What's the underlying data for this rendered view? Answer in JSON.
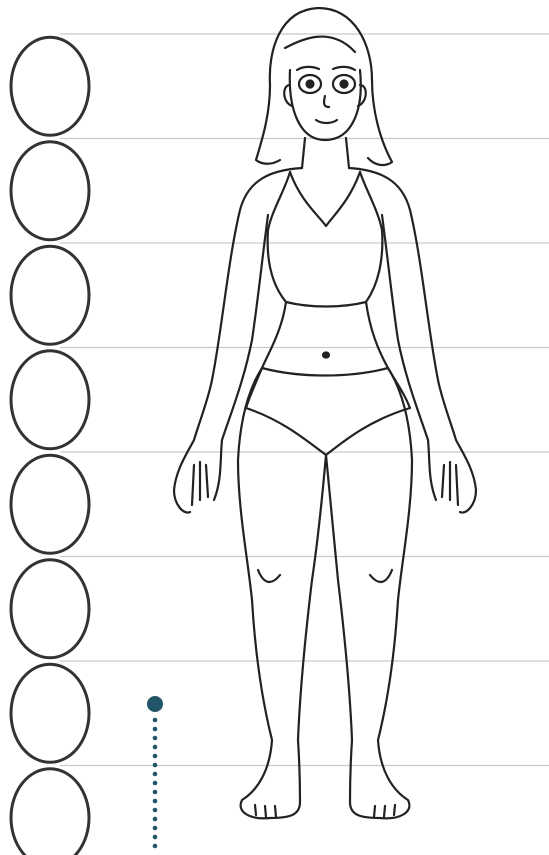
{
  "figure": {
    "head_units": 8,
    "head_guides": [
      "head-1",
      "head-2",
      "head-3",
      "head-4",
      "head-5",
      "head-6",
      "head-7",
      "head-8"
    ],
    "colors": {
      "background": "#ffffff",
      "guide_line": "#c9c9c9",
      "outline": "#222222",
      "head_stroke": "#333333",
      "marker": "#1f5566"
    },
    "icon": "height-marker-dotted-line"
  }
}
